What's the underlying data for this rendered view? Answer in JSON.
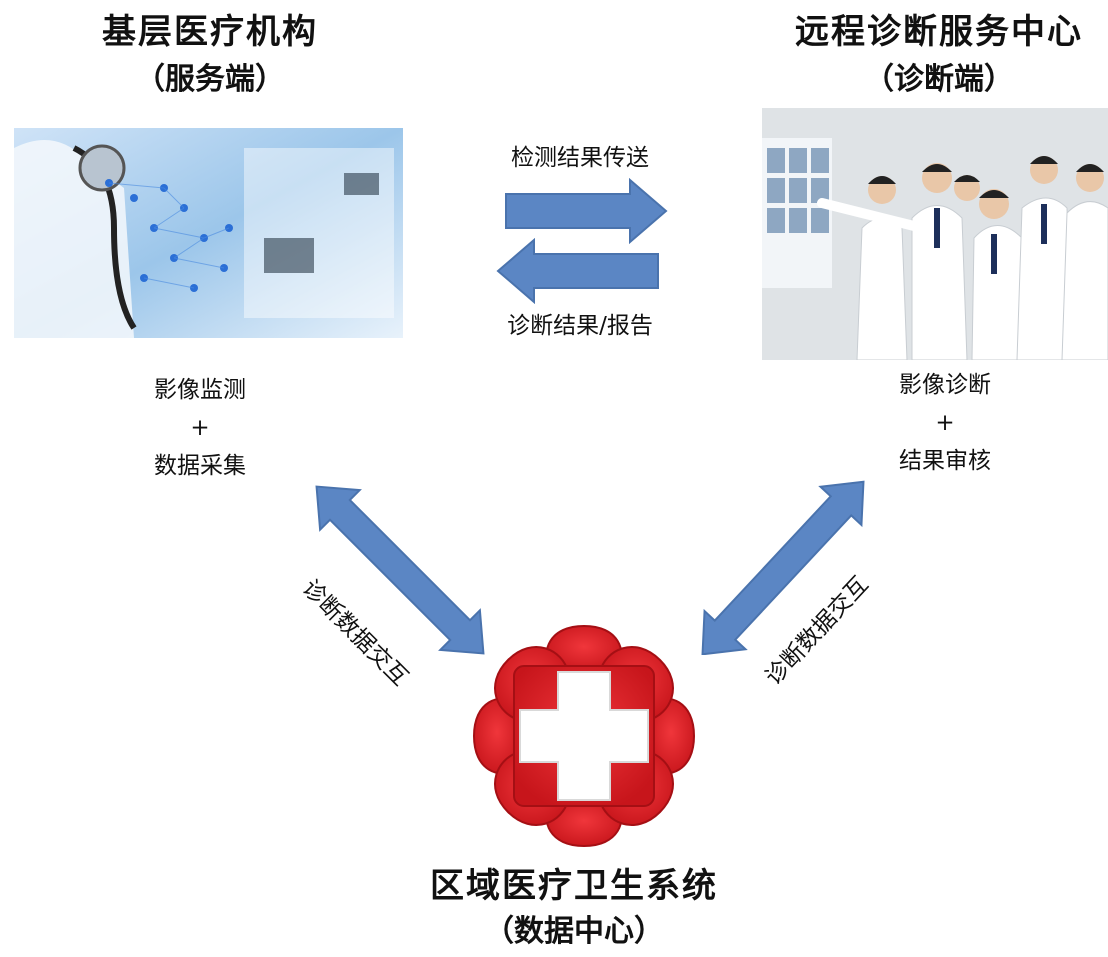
{
  "left_node": {
    "title": "基层医疗机构",
    "subtitle": "（服务端）",
    "functions": {
      "line1": "影像监测",
      "plus": "+",
      "line2": "数据采集"
    }
  },
  "right_node": {
    "title": "远程诊断服务中心",
    "subtitle": "（诊断端）",
    "functions": {
      "line1": "影像诊断",
      "plus": "+",
      "line2": "结果审核"
    }
  },
  "center_node": {
    "title": "区域医疗卫生系统",
    "subtitle": "（数据中心）"
  },
  "flows": {
    "top_right": "检测结果传送",
    "top_left": "诊断结果/报告",
    "left_diag": "诊断数据交互",
    "right_diag": "诊断数据交互"
  },
  "colors": {
    "arrow": "#5b86c4",
    "cross_red": "#e0242a",
    "cross_white": "#ffffff"
  },
  "icons": {
    "left_photo": "doctor-stethoscope-photo",
    "right_photo": "doctors-reviewing-xray-photo",
    "center_logo": "red-cross-medical-logo"
  }
}
